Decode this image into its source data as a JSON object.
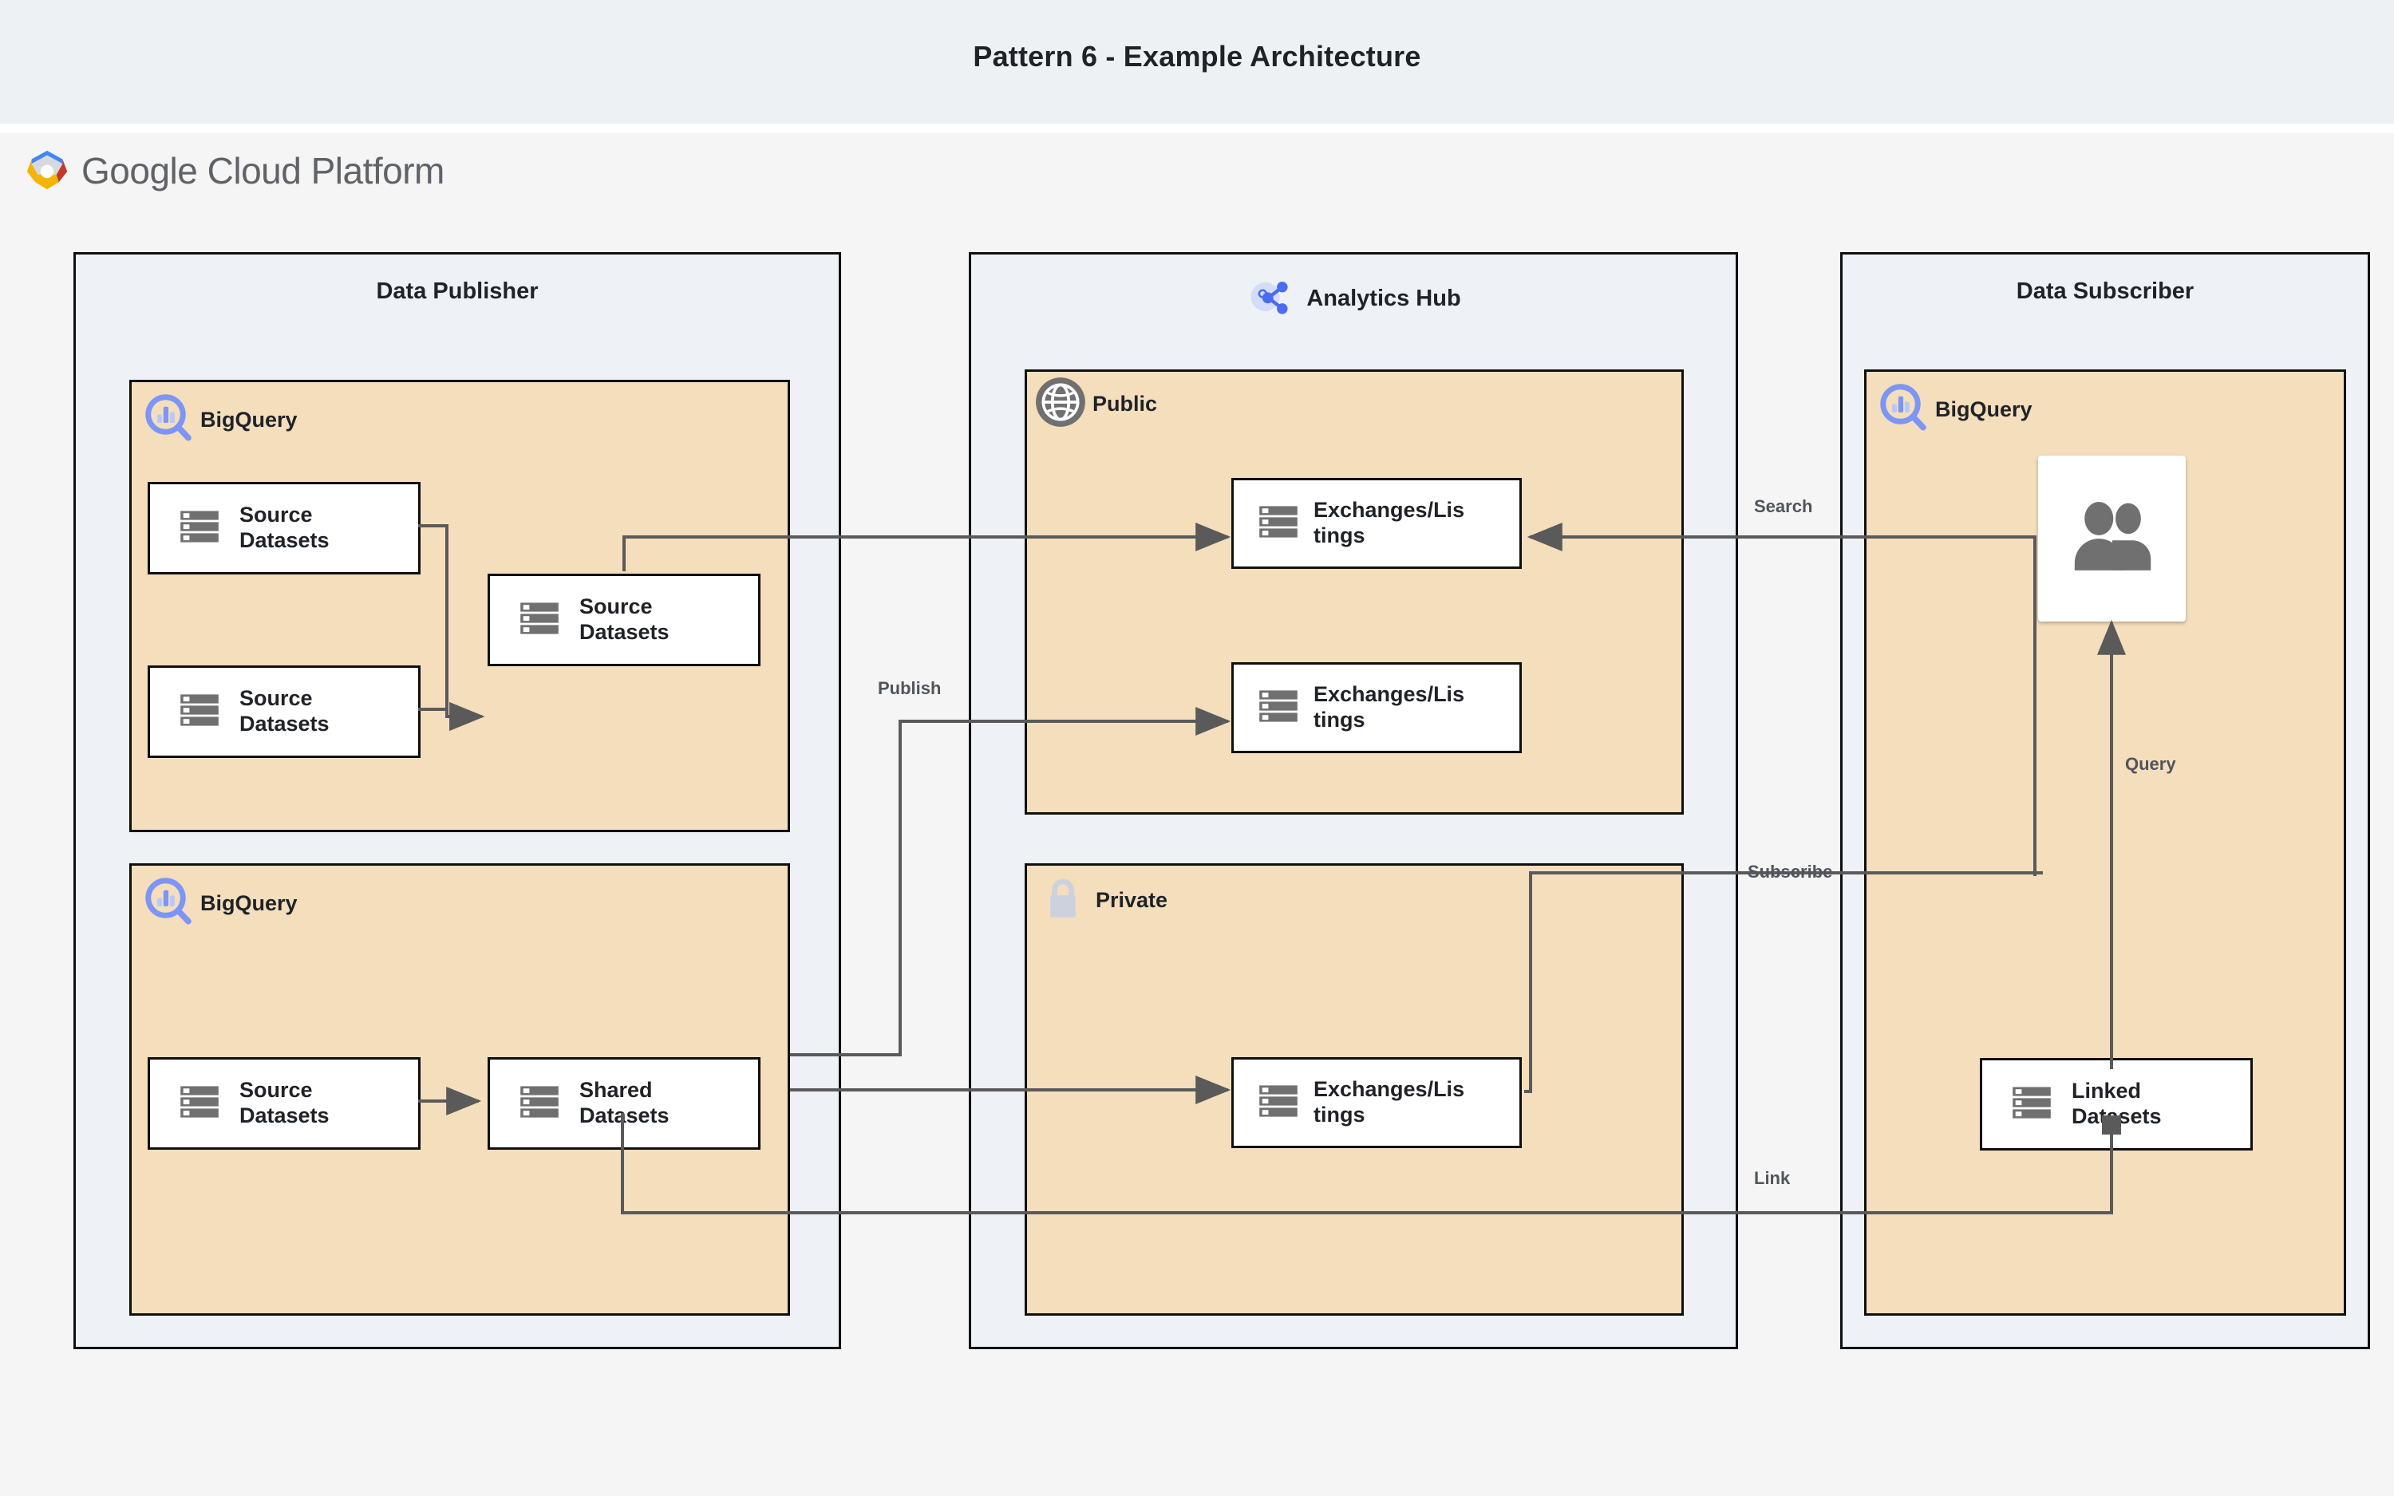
{
  "page": {
    "title": "Pattern 6 - Example Architecture",
    "brand": {
      "name_google": "Google",
      "name_cloud_platform": "Cloud Platform",
      "logo_icon": "google-cloud-logo"
    },
    "colors": {
      "page_background": "#f5f5f5",
      "title_band": "#eef1f4",
      "zone_fill": "#eef1f5",
      "group_fill": "#f5debc",
      "node_fill": "#ffffff",
      "stroke": "#0f0f0f",
      "wire": "#5a5a5a",
      "bigquery_blue": "#7c95f7",
      "analytics_hub_blue": "#4a6cf0",
      "icon_gray": "#707070",
      "lock_gray": "#ccd2dd",
      "text": "#1f2328",
      "label_text": "#50555c"
    }
  },
  "zones": [
    {
      "id": "publisher",
      "title": "Data Publisher",
      "icon": null
    },
    {
      "id": "hub",
      "title": "Analytics Hub",
      "icon": "analytics-hub-icon"
    },
    {
      "id": "subscriber",
      "title": "Data Subscriber",
      "icon": null
    }
  ],
  "groups": [
    {
      "id": "pub-bq-top",
      "label": "BigQuery",
      "icon": "bigquery-icon"
    },
    {
      "id": "pub-bq-bottom",
      "label": "BigQuery",
      "icon": "bigquery-icon"
    },
    {
      "id": "hub-public",
      "label": "Public",
      "icon": "globe-icon"
    },
    {
      "id": "hub-private",
      "label": "Private",
      "icon": "lock-icon"
    },
    {
      "id": "sub-bq",
      "label": "BigQuery",
      "icon": "bigquery-icon"
    }
  ],
  "nodes": [
    {
      "id": "src-a",
      "line1": "Source",
      "line2": "Datasets",
      "icon": "dataset-icon"
    },
    {
      "id": "src-b",
      "line1": "Source",
      "line2": "Datasets",
      "icon": "dataset-icon"
    },
    {
      "id": "src-merged",
      "line1": "Source",
      "line2": "Datasets",
      "icon": "dataset-icon"
    },
    {
      "id": "src-lower",
      "line1": "Source",
      "line2": "Datasets",
      "icon": "dataset-icon"
    },
    {
      "id": "shared",
      "line1": "Shared",
      "line2": "Datasets",
      "icon": "dataset-icon"
    },
    {
      "id": "listing-public-1",
      "line1": "Exchanges/Lis",
      "line2": "tings",
      "icon": "dataset-icon"
    },
    {
      "id": "listing-public-2",
      "line1": "Exchanges/Lis",
      "line2": "tings",
      "icon": "dataset-icon"
    },
    {
      "id": "listing-private",
      "line1": "Exchanges/Lis",
      "line2": "tings",
      "icon": "dataset-icon"
    },
    {
      "id": "users",
      "line1": "",
      "line2": "",
      "icon": "users-icon"
    },
    {
      "id": "linked",
      "line1": "Linked",
      "line2": "Datasets",
      "icon": "dataset-icon"
    }
  ],
  "edges": [
    {
      "id": "publish",
      "label": "Publish"
    },
    {
      "id": "search",
      "label": "Search"
    },
    {
      "id": "subscribe",
      "label": "Subscribe"
    },
    {
      "id": "query",
      "label": "Query"
    },
    {
      "id": "link",
      "label": "Link"
    }
  ]
}
